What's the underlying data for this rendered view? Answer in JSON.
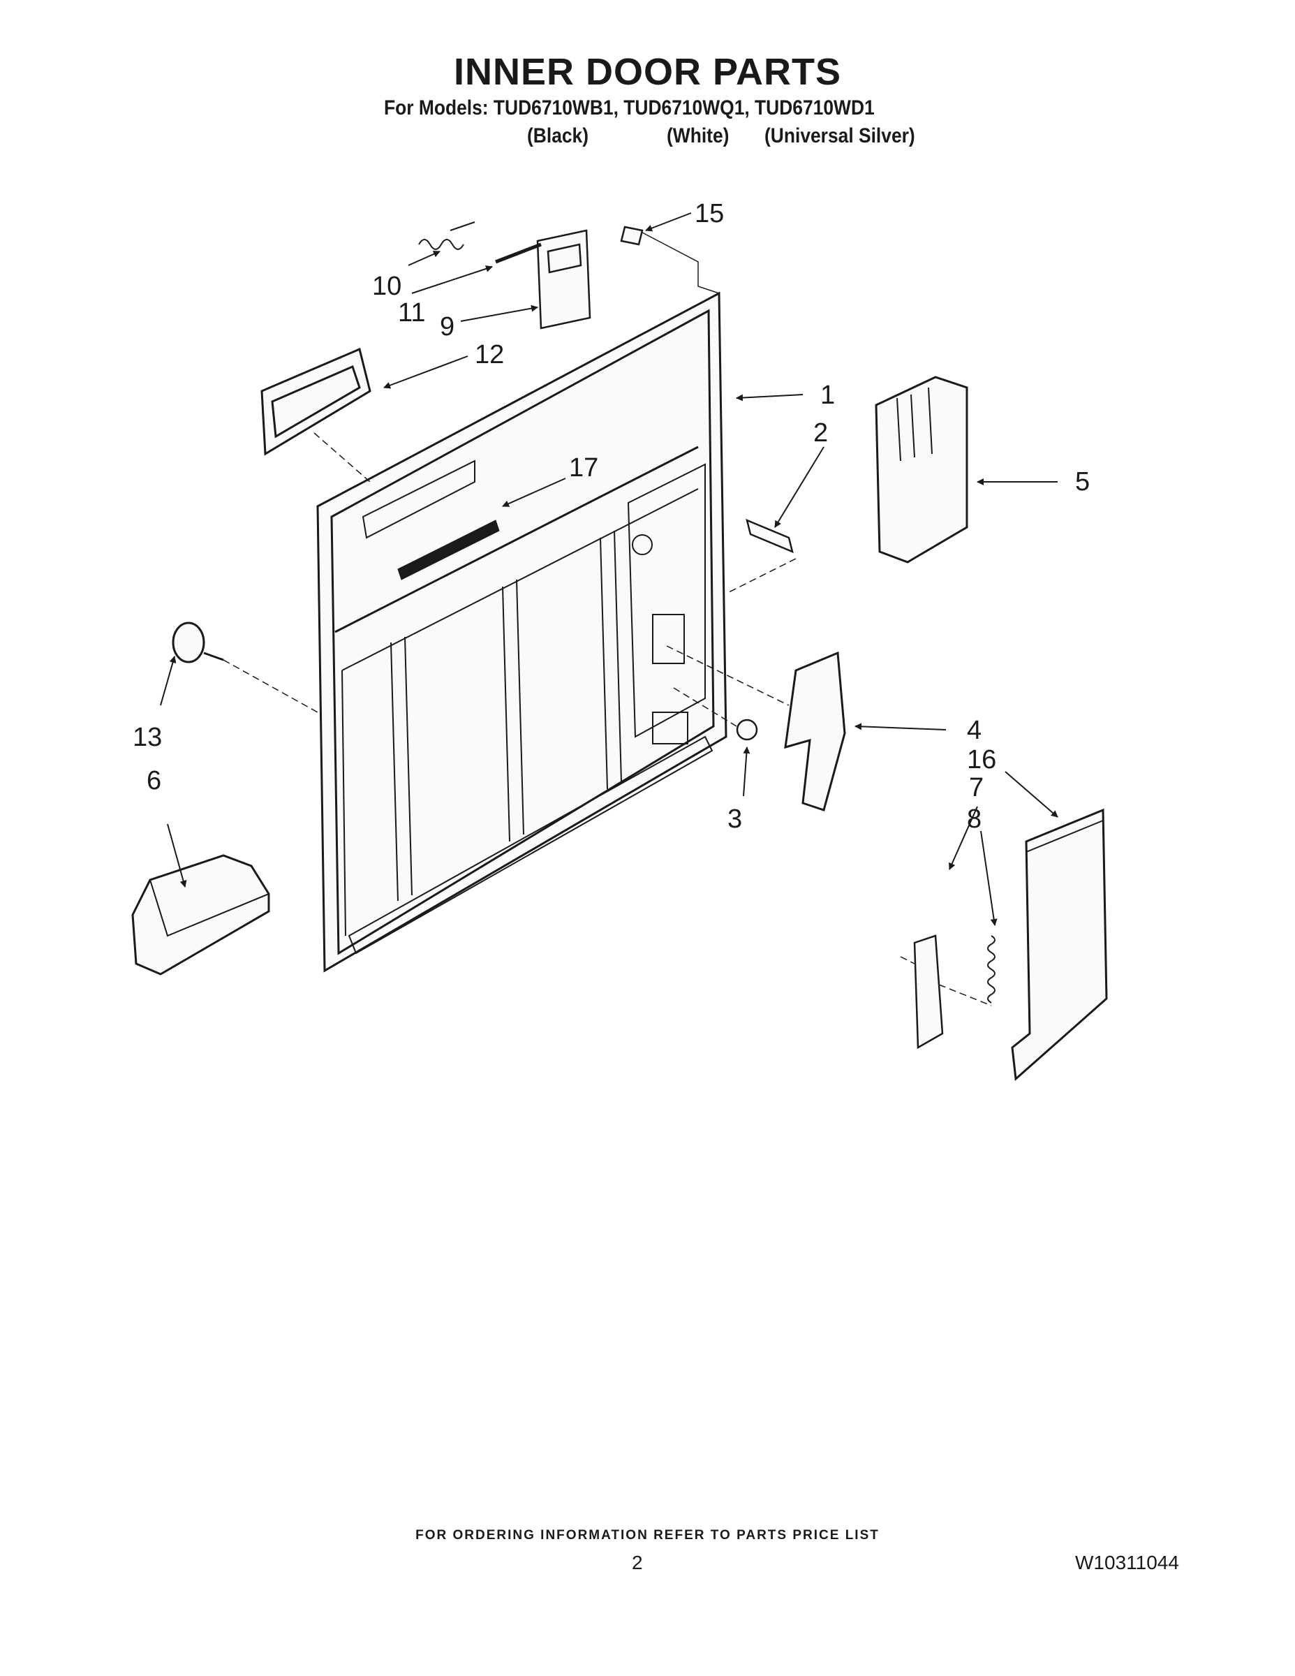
{
  "title": "INNER DOOR PARTS",
  "models_line": "For Models: TUD6710WB1, TUD6710WQ1, TUD6710WD1",
  "colors": [
    "(Black)",
    "(White)",
    "(Universal Silver)"
  ],
  "callouts": [
    "1",
    "2",
    "3",
    "4",
    "5",
    "6",
    "7",
    "8",
    "9",
    "10",
    "11",
    "12",
    "13",
    "15",
    "16",
    "17"
  ],
  "footer_note": "FOR ORDERING INFORMATION REFER TO PARTS PRICE LIST",
  "page_number": "2",
  "document_number": "W10311044"
}
